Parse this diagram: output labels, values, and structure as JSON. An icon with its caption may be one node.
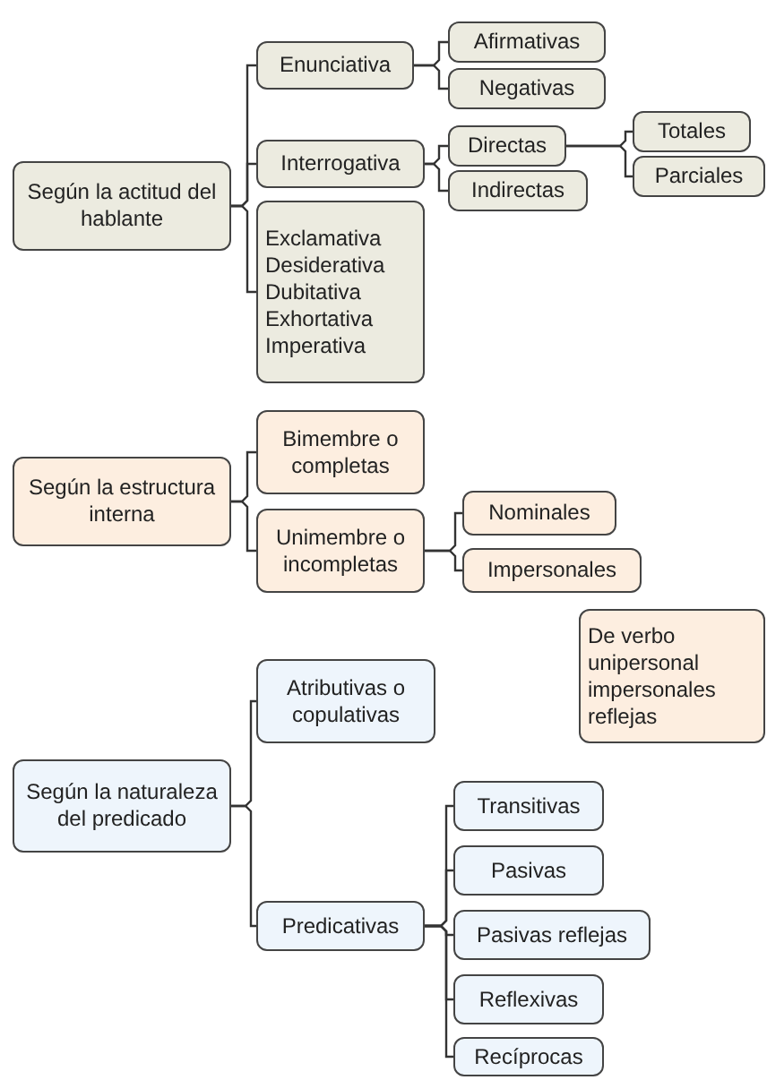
{
  "diagram": {
    "nodes": [
      {
        "text": [
          "Según la actitud del hablante"
        ]
      },
      {
        "text": [
          "Enunciativa"
        ]
      },
      {
        "text": [
          "Interrogativa"
        ]
      },
      {
        "text": [
          "Exclamativa",
          "Desiderativa",
          "Dubitativa",
          "Exhortativa",
          "Imperativa"
        ]
      },
      {
        "text": [
          "Afirmativas"
        ]
      },
      {
        "text": [
          "Negativas"
        ]
      },
      {
        "text": [
          "Directas"
        ]
      },
      {
        "text": [
          "Indirectas"
        ]
      },
      {
        "text": [
          "Totales"
        ]
      },
      {
        "text": [
          "Parciales"
        ]
      },
      {
        "text": [
          "Según la estructura interna"
        ]
      },
      {
        "text": [
          "Bimembre o completas"
        ]
      },
      {
        "text": [
          "Unimembre o incompletas"
        ]
      },
      {
        "text": [
          "Nominales"
        ]
      },
      {
        "text": [
          "Impersonales"
        ]
      },
      {
        "text": [
          "De verbo unipersonal impersonales reflejas"
        ]
      },
      {
        "text": [
          "Según la naturaleza del predicado"
        ]
      },
      {
        "text": [
          "Atributivas o copulativas"
        ]
      },
      {
        "text": [
          "Predicativas"
        ]
      },
      {
        "text": [
          "Transitivas"
        ]
      },
      {
        "text": [
          "Pasivas"
        ]
      },
      {
        "text": [
          "Pasivas reflejas"
        ]
      },
      {
        "text": [
          "Reflexivas"
        ]
      },
      {
        "text": [
          "Recíprocas"
        ]
      }
    ],
    "edges": [
      {
        "from": 0,
        "to": 1,
        "arrow": "none"
      },
      {
        "from": 0,
        "to": 2,
        "arrow": "none"
      },
      {
        "from": 0,
        "to": 3,
        "arrow": "none"
      },
      {
        "from": 1,
        "to": 4,
        "arrow": "none"
      },
      {
        "from": 1,
        "to": 5,
        "arrow": "none"
      },
      {
        "from": 2,
        "to": 6,
        "arrow": "none"
      },
      {
        "from": 2,
        "to": 7,
        "arrow": "none"
      },
      {
        "from": 6,
        "to": 8,
        "arrow": "none"
      },
      {
        "from": 6,
        "to": 9,
        "arrow": "none"
      },
      {
        "from": 10,
        "to": 11,
        "arrow": "none"
      },
      {
        "from": 10,
        "to": 12,
        "arrow": "none"
      },
      {
        "from": 12,
        "to": 13,
        "arrow": "none"
      },
      {
        "from": 12,
        "to": 14,
        "arrow": "none"
      },
      {
        "from": 16,
        "to": 17,
        "arrow": "none"
      },
      {
        "from": 16,
        "to": 18,
        "arrow": "none"
      },
      {
        "from": 18,
        "to": 19,
        "arrow": "none"
      },
      {
        "from": 18,
        "to": 20,
        "arrow": "none"
      },
      {
        "from": 18,
        "to": 21,
        "arrow": "none"
      },
      {
        "from": 18,
        "to": 22,
        "arrow": "none"
      },
      {
        "from": 18,
        "to": 23,
        "arrow": "none"
      }
    ]
  }
}
